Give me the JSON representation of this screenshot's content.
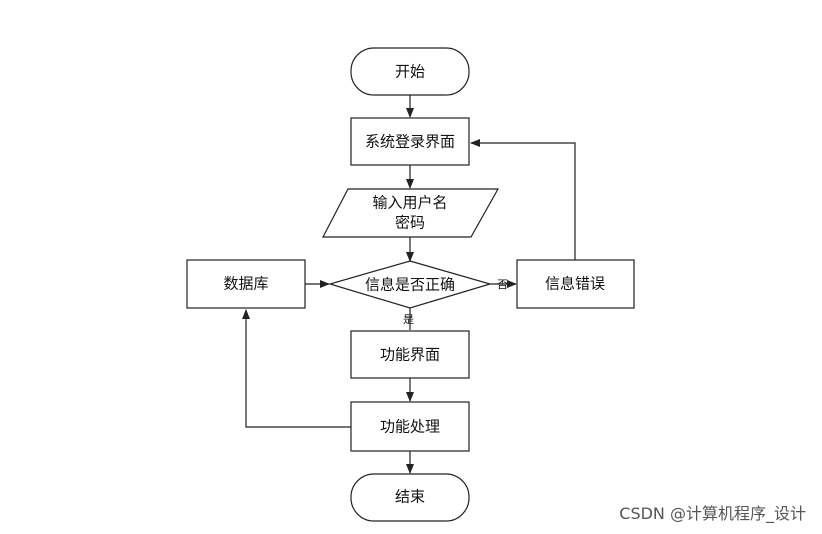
{
  "diagram": {
    "nodes": {
      "start": "开始",
      "login": "系统登录界面",
      "input_line1": "输入用户名",
      "input_line2": "密码",
      "check": "信息是否正确",
      "database": "数据库",
      "error": "信息错误",
      "function_ui": "功能界面",
      "function_proc": "功能处理",
      "end": "结束"
    },
    "edge_labels": {
      "no": "否",
      "yes": "是"
    }
  },
  "watermark": "CSDN @计算机程序_设计"
}
